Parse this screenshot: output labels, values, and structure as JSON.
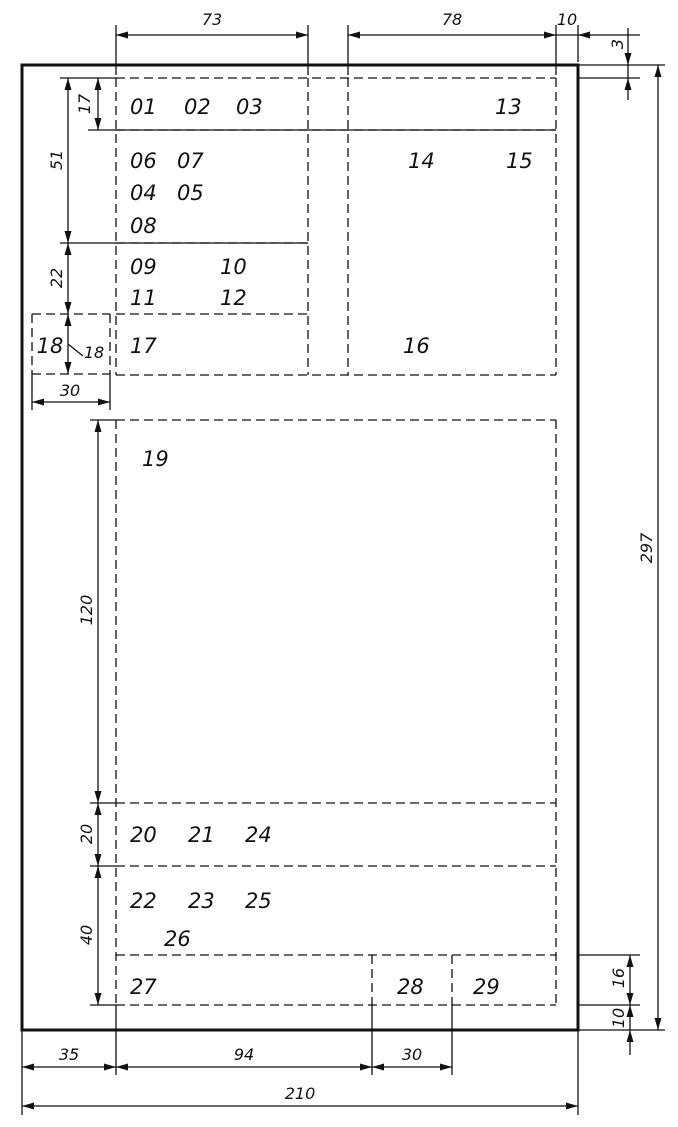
{
  "dimensions": {
    "d73": "73",
    "d78": "78",
    "d10_top": "10",
    "d3": "3",
    "d17": "17",
    "d51": "51",
    "d22": "22",
    "d18_a": "18",
    "d18_b": "18",
    "d30_left": "30",
    "d120": "120",
    "d20": "20",
    "d40": "40",
    "d297": "297",
    "d16": "16",
    "d10_bottom": "10",
    "d35": "35",
    "d94": "94",
    "d30_bottom": "30",
    "d210": "210"
  },
  "fields": {
    "f01": "01",
    "f02": "02",
    "f03": "03",
    "f13": "13",
    "f06": "06",
    "f07": "07",
    "f14": "14",
    "f15": "15",
    "f04": "04",
    "f05": "05",
    "f08": "08",
    "f09": "09",
    "f10": "10",
    "f11": "11",
    "f12": "12",
    "f17": "17",
    "f16": "16",
    "f19": "19",
    "f20": "20",
    "f21": "21",
    "f24": "24",
    "f22": "22",
    "f23": "23",
    "f25": "25",
    "f26": "26",
    "f27": "27",
    "f28": "28",
    "f29": "29"
  }
}
